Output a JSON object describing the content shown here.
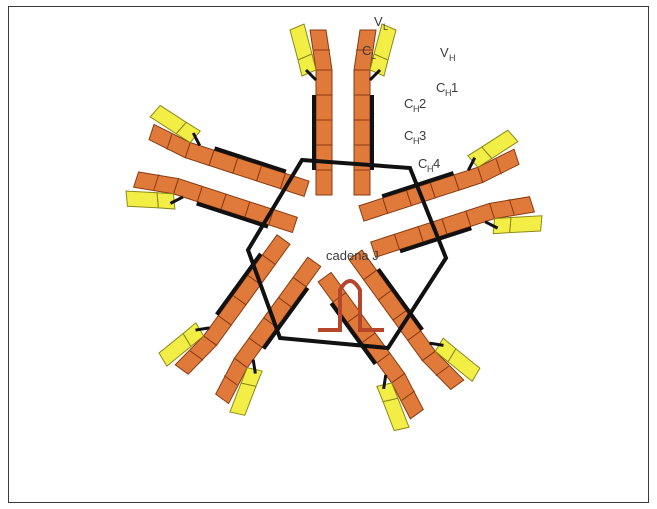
{
  "colors": {
    "constant": "#e07a3a",
    "variable": "#f3ee46",
    "disulfide": "#111111",
    "chain_j": "#b5462c",
    "outline": "#8a3a12"
  },
  "labels": {
    "vl": {
      "main": "V",
      "sub": "L"
    },
    "vh": {
      "main": "V",
      "sub": "H"
    },
    "cl": {
      "main": "C",
      "sub": "L"
    },
    "ch1": {
      "main": "C",
      "sub": "H",
      "suffix": "1"
    },
    "ch2": {
      "main": "C",
      "sub": "H",
      "suffix": "2"
    },
    "ch3": {
      "main": "C",
      "sub": "H",
      "suffix": "3"
    },
    "ch4": {
      "main": "C",
      "sub": "H",
      "suffix": "4"
    },
    "chain_j": "cadena J"
  }
}
